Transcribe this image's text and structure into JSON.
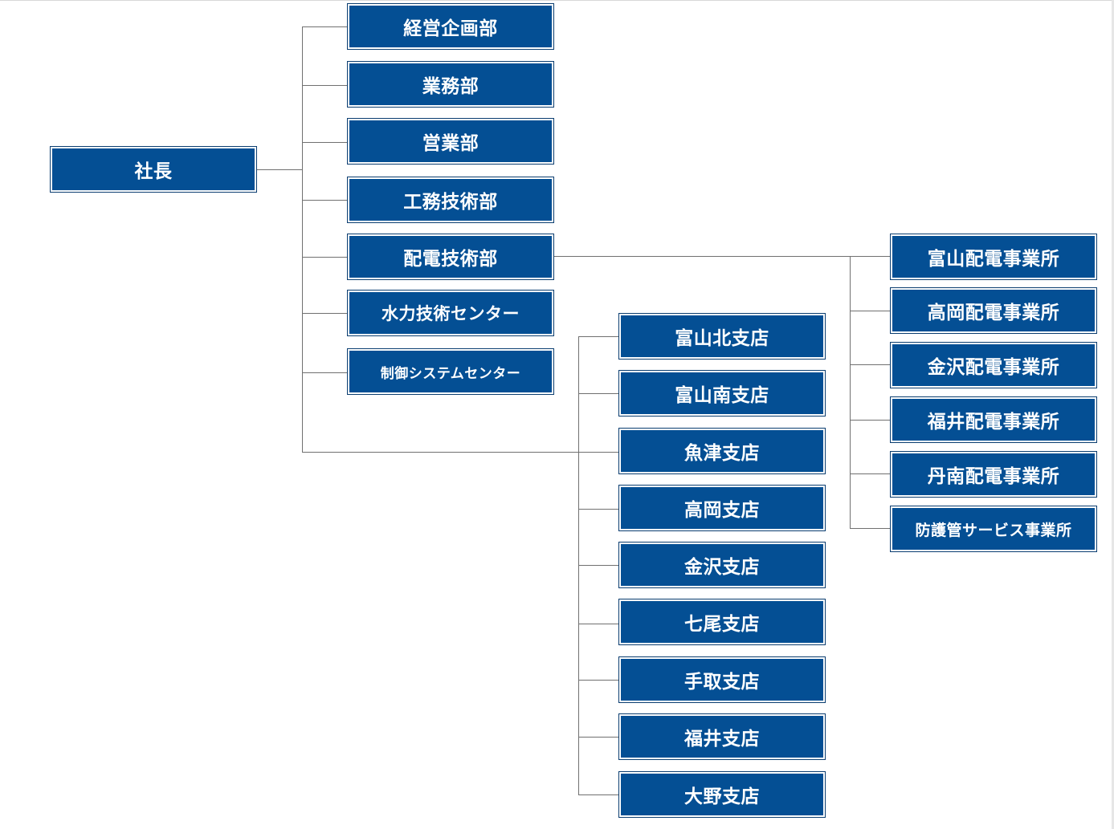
{
  "colors": {
    "node_fill": "#044f94",
    "node_text": "#ffffff",
    "connector": "#707070"
  },
  "president": "社長",
  "departments": [
    "経営企画部",
    "業務部",
    "営業部",
    "工務技術部",
    "配電技術部",
    "水力技術センター",
    "制御システムセンター"
  ],
  "branches": [
    "富山北支店",
    "富山南支店",
    "魚津支店",
    "高岡支店",
    "金沢支店",
    "七尾支店",
    "手取支店",
    "福井支店",
    "大野支店"
  ],
  "distribution_offices": [
    "富山配電事業所",
    "高岡配電事業所",
    "金沢配電事業所",
    "福井配電事業所",
    "丹南配電事業所",
    "防護管サービス事業所"
  ]
}
